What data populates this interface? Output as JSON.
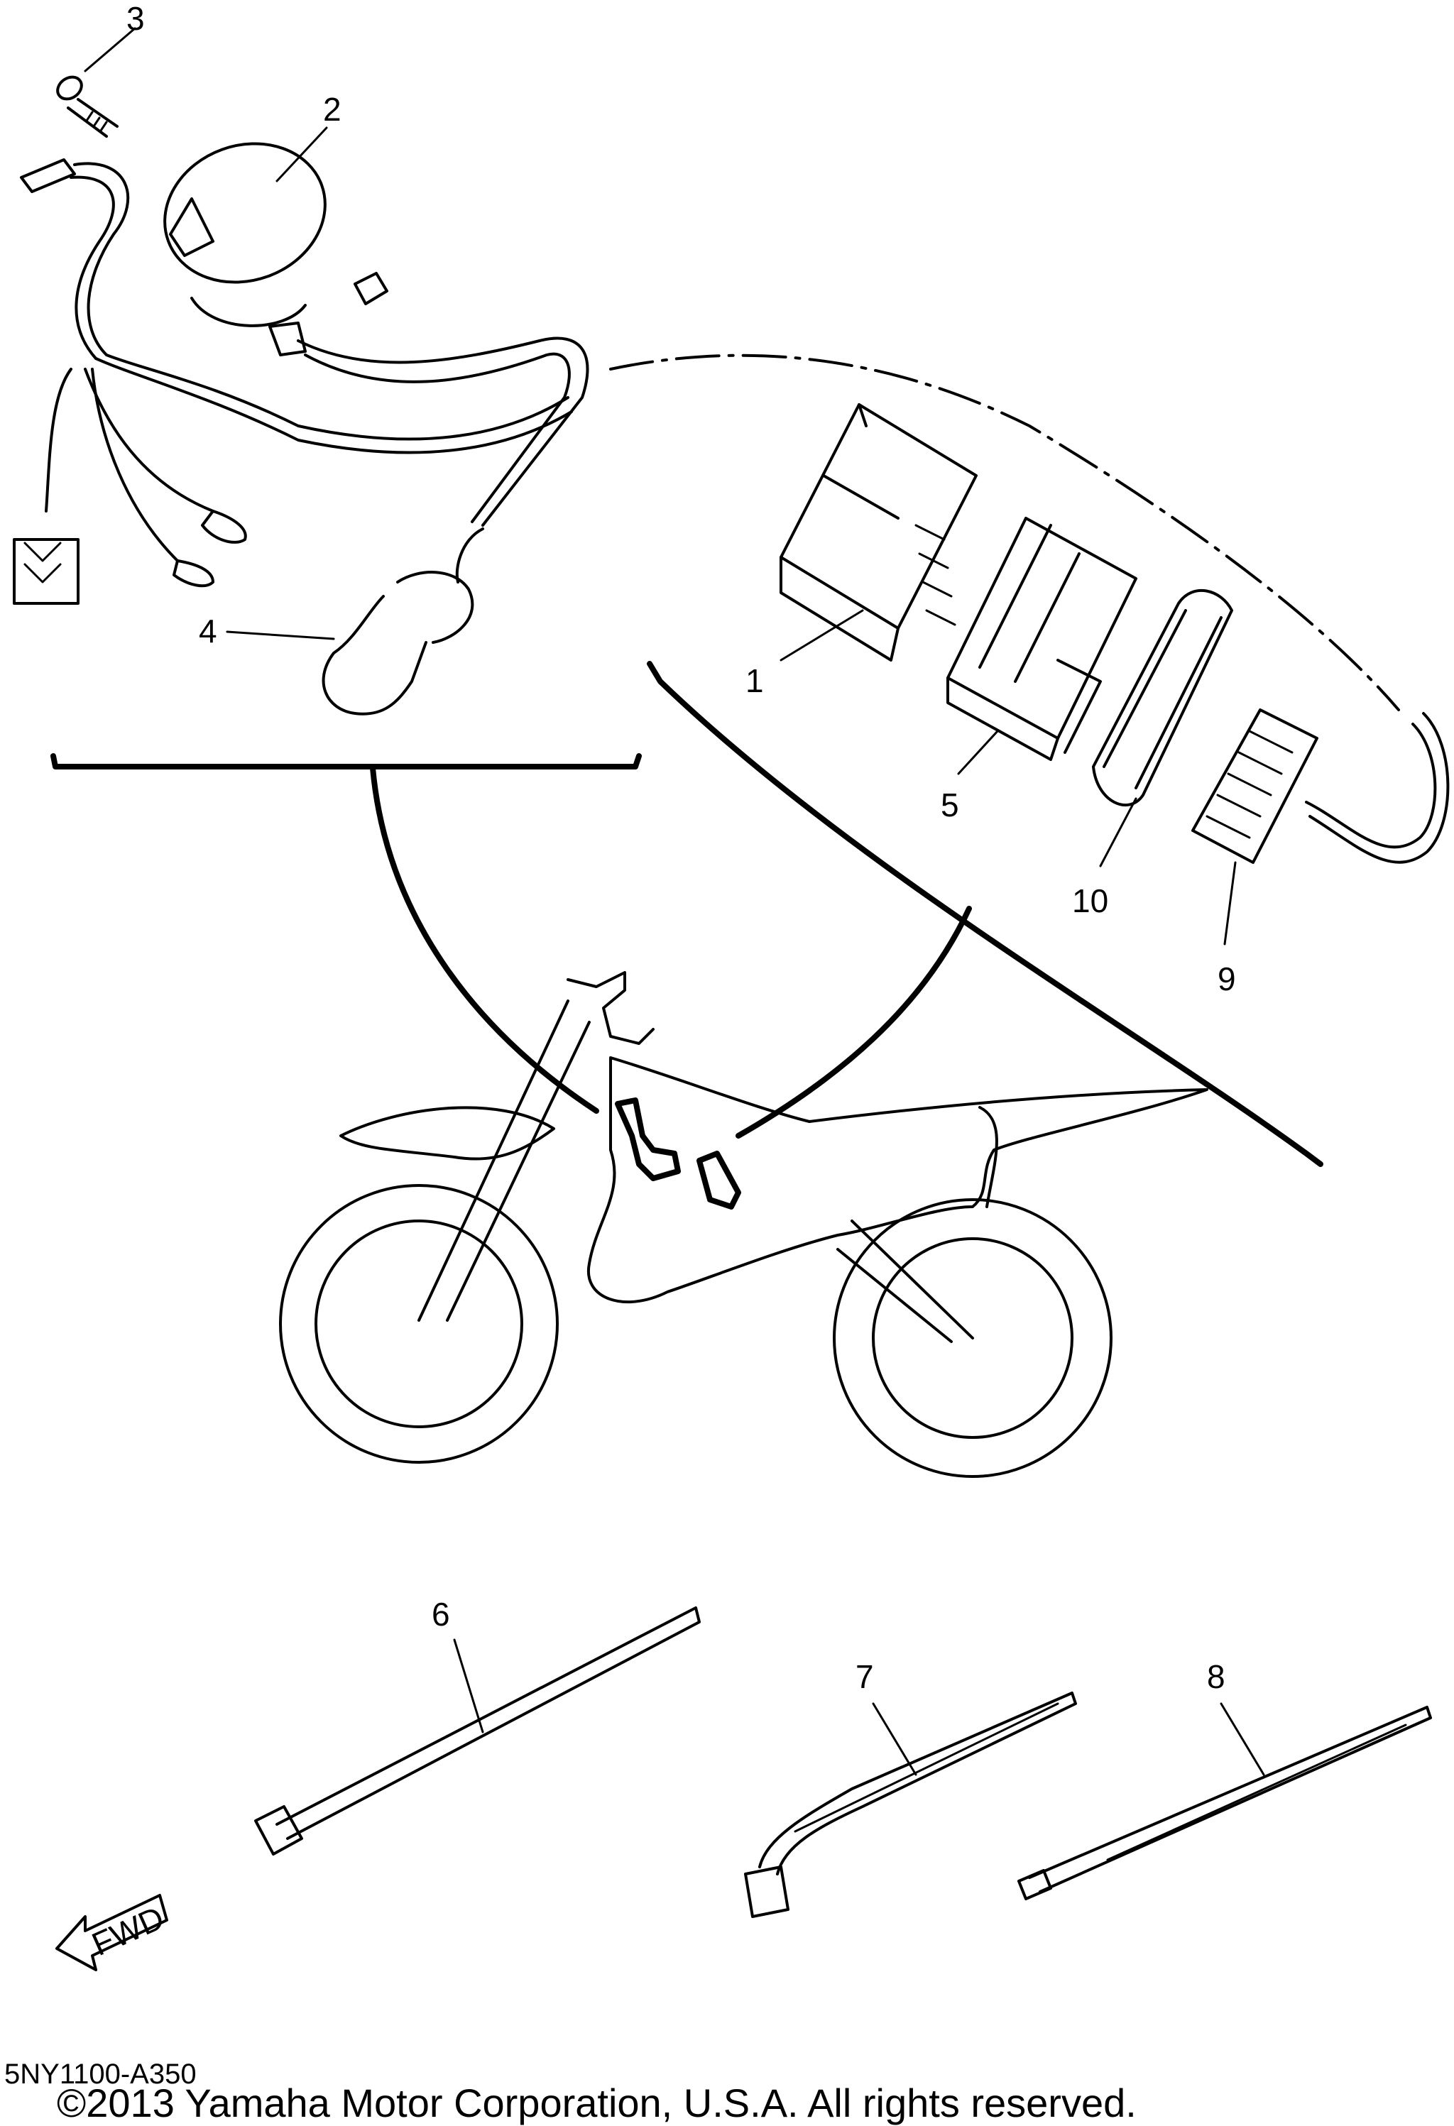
{
  "callouts": {
    "part_1": "1",
    "part_2": "2",
    "part_3": "3",
    "part_4": "4",
    "part_5": "5",
    "part_6": "6",
    "part_7": "7",
    "part_8": "8",
    "part_9": "9",
    "part_10": "10"
  },
  "arrow": {
    "label": "FWD"
  },
  "footer": {
    "diagram_code": "5NY1100-A350",
    "copyright": "©2013 Yamaha Motor Corporation, U.S.A. All rights reserved."
  }
}
